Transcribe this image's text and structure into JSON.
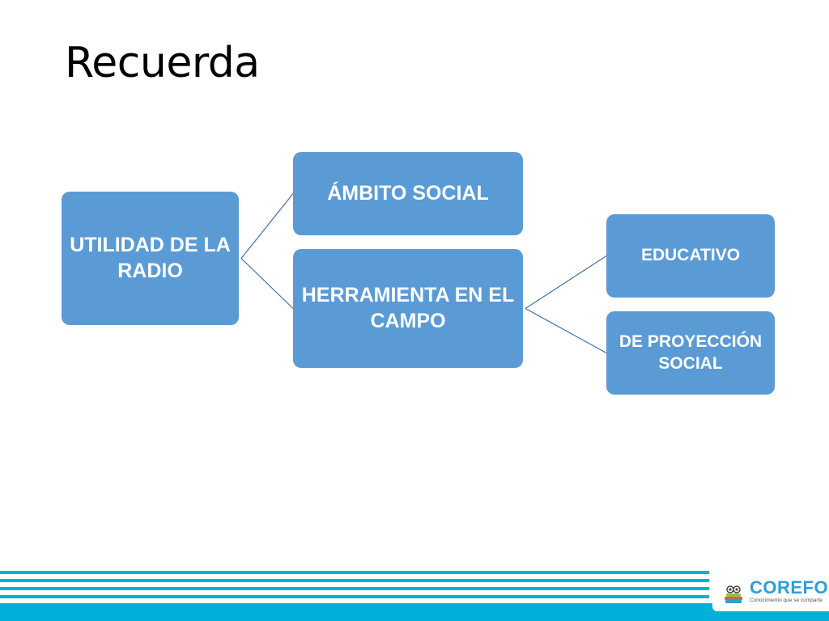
{
  "slide": {
    "title": "Recuerda"
  },
  "diagram": {
    "nodes": [
      {
        "id": "root",
        "label": "UTILIDAD DE LA RADIO"
      },
      {
        "id": "ambito",
        "label": "ÁMBITO SOCIAL"
      },
      {
        "id": "herr",
        "label": "HERRAMIENTA EN EL CAMPO"
      },
      {
        "id": "edu",
        "label": "EDUCATIVO"
      },
      {
        "id": "proy",
        "label": "DE PROYECCIÓN SOCIAL"
      }
    ],
    "edges": [
      {
        "from": "root",
        "to": "ambito"
      },
      {
        "from": "root",
        "to": "herr"
      },
      {
        "from": "herr",
        "to": "edu"
      },
      {
        "from": "herr",
        "to": "proy"
      }
    ]
  },
  "logo": {
    "name": "COREFO",
    "tagline": "Conocimiento que se comparte"
  },
  "colors": {
    "box": "#5b9bd5",
    "connector": "#41719c",
    "footer_stripe": "#00b0d8",
    "logo_text": "#2e9fd8"
  }
}
